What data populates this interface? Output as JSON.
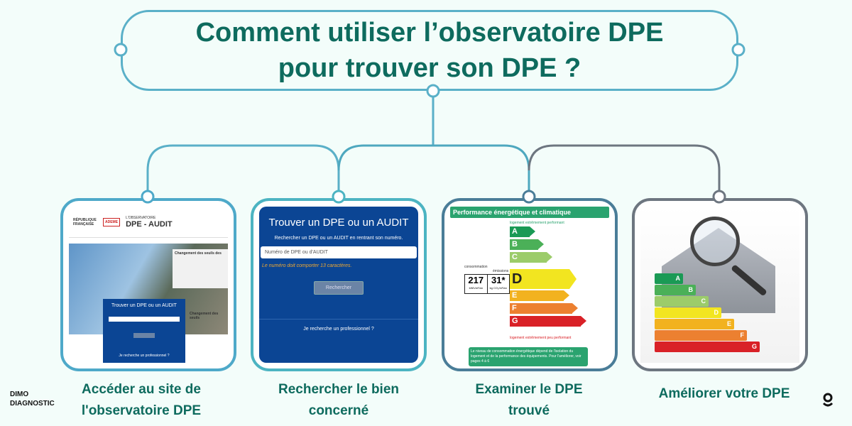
{
  "title": {
    "line1": "Comment utiliser l’observatoire DPE",
    "line2": "pour trouver son DPE ?"
  },
  "brand": {
    "line1": "DIMO",
    "line2": "DIAGNOSTIC",
    "icon": "g-logo-icon"
  },
  "frame_colors": [
    "#4ea9c9",
    "#4cb4c2",
    "#4a7d98",
    "#6d7680"
  ],
  "steps": [
    {
      "caption_l1": "Accéder au site de",
      "caption_l2": "l'observatoire DPE",
      "screenshot": {
        "gov": "RÉPUBLIQUE FRANÇAISE",
        "ademe": "ADEME",
        "site": "DPE - AUDIT",
        "site_pre": "L'OBSERVATOIRE",
        "card_title": "Changement des seuils des",
        "box_title": "Trouver un DPE ou un AUDIT",
        "section": "Changement des seuils",
        "pro": "Je recherche un professionnel ?"
      }
    },
    {
      "caption_l1": "Rechercher le bien",
      "caption_l2": "concerné",
      "screenshot": {
        "heading": "Trouver un DPE ou un AUDIT",
        "subtitle": "Rechercher un DPE ou un AUDIT en rentrant son numéro.",
        "placeholder": "Numéro de DPE ou d'AUDIT",
        "error": "Le numéro doit comporter 13 caractères.",
        "button": "Rechercher",
        "pro_link": "Je recherche un professionnel ?"
      }
    },
    {
      "caption_l1": "Examiner le DPE",
      "caption_l2": "trouvé",
      "screenshot": {
        "heading": "Performance énergétique et climatique",
        "top_label": "logement extrêmement performant",
        "bottom_label": "logement extrêmement peu performant",
        "consumption": "217",
        "consumption_unit": "kWh/m²/an",
        "emissions": "31*",
        "emissions_unit": "kg CO₂/m²/an",
        "consumption_label": "consommation",
        "emissions_label": "émissions",
        "current_class": "D",
        "classes": [
          {
            "l": "A",
            "c": "#1a9a55"
          },
          {
            "l": "B",
            "c": "#4bb058"
          },
          {
            "l": "C",
            "c": "#9ccc6a"
          },
          {
            "l": "D",
            "c": "#f2e520"
          },
          {
            "l": "E",
            "c": "#f2b21f"
          },
          {
            "l": "F",
            "c": "#ec8030"
          },
          {
            "l": "G",
            "c": "#d92127"
          }
        ],
        "note": "Le niveau de consommation énergétique dépend de l'isolation du logement et de la performance des équipements. Pour l'améliorer, voir pages 4 à 6"
      }
    },
    {
      "caption_l1": "Améliorer votre DPE",
      "caption_l2": "",
      "screenshot": {
        "classes": [
          "A",
          "B",
          "C",
          "D",
          "E",
          "F",
          "G"
        ]
      }
    }
  ]
}
